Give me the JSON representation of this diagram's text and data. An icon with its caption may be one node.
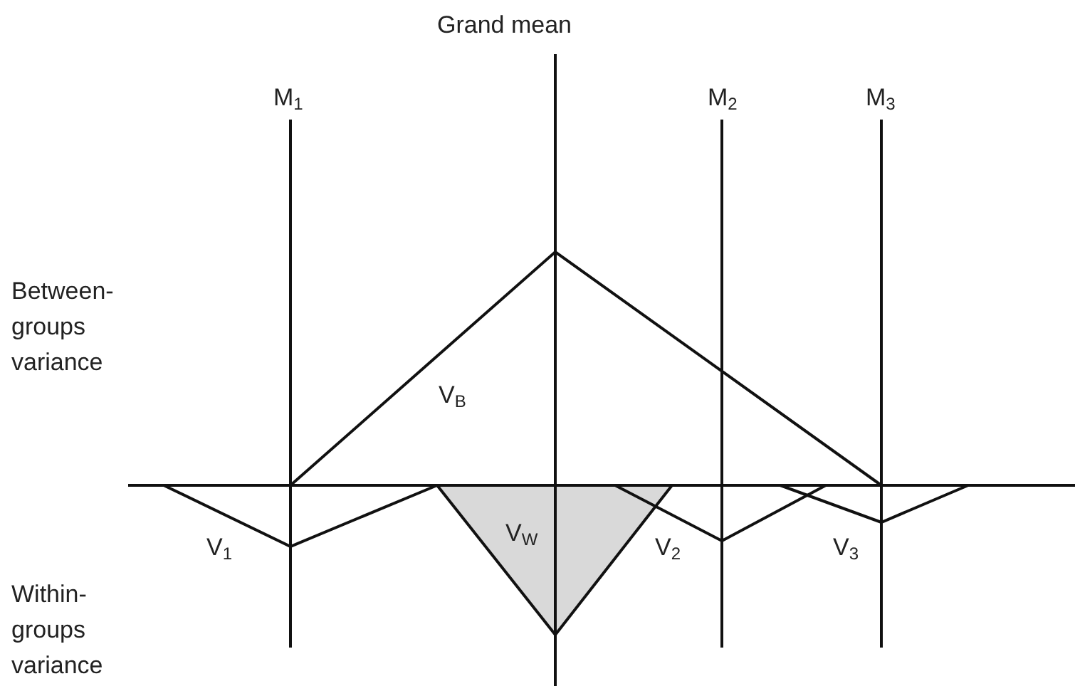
{
  "diagram": {
    "labels": [
      "Grand mean",
      "M$_{1}$",
      "M$_{2}$",
      "M$_{3}$",
      "Between-groups variance",
      "V$_{B}$",
      "V$_{1}$",
      "V$_{W}$",
      "V$_{2}$",
      "V$_{3}$",
      "Within-groups variance"
    ]
  }
}
